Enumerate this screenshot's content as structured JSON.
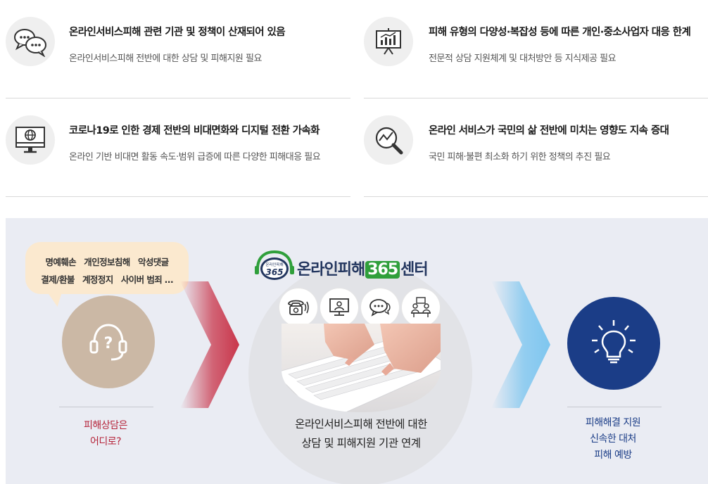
{
  "issues": [
    {
      "title": "온라인서비스피해 관련 기관 및 정책이 산재되어 있음",
      "desc": "온라인서비스피해 전반에 대한 상담 및 피해지원 필요",
      "icon": "chat-bubbles-icon"
    },
    {
      "title": "피해 유형의 다양성·복잡성 등에 따른 개인·중소사업자 대응 한계",
      "desc": "전문적 상담 지원체계 및 대처방안 등 지식제공 필요",
      "icon": "presentation-chart-icon"
    },
    {
      "title": "코로나19로 인한 경제 전반의 비대면화와 디지털 전환 가속화",
      "desc": "온라인 기반 비대면 활동 속도·범위 급증에 따른 다양한 피해대응 필요",
      "icon": "monitor-globe-icon"
    },
    {
      "title": "온라인 서비스가 국민의 삶 전반에 미치는 영향도 지속 증대",
      "desc": "국민 피해·불편 최소화 하기 위한 정책의 추진 필요",
      "icon": "magnifier-chart-icon"
    }
  ],
  "flow": {
    "bubble_line1": "명예훼손   개인정보침해   악성댓글",
    "bubble_line2": "결제/환불   계정정지   사이버 범죄 …",
    "left_caption_1": "피해상담은",
    "left_caption_2": "어디로?",
    "logo_name_pre": "온라인피해",
    "logo_number": "365",
    "logo_name_post": "센터",
    "logo_badge_small": "온라인피해",
    "logo_badge_number": "365",
    "center_caption_1": "온라인서비스피해 전반에 대한",
    "center_caption_2": "상담 및 피해지원 기관 연계",
    "right_caption_1": "피해해결 지원",
    "right_caption_2": "신속한 대처",
    "right_caption_3": "피해 예방"
  },
  "colors": {
    "accent_red": "#b5243a",
    "accent_navy": "#1b3d87",
    "logo_green": "#2f9f3b",
    "panel_bg": "#eaecf3"
  }
}
